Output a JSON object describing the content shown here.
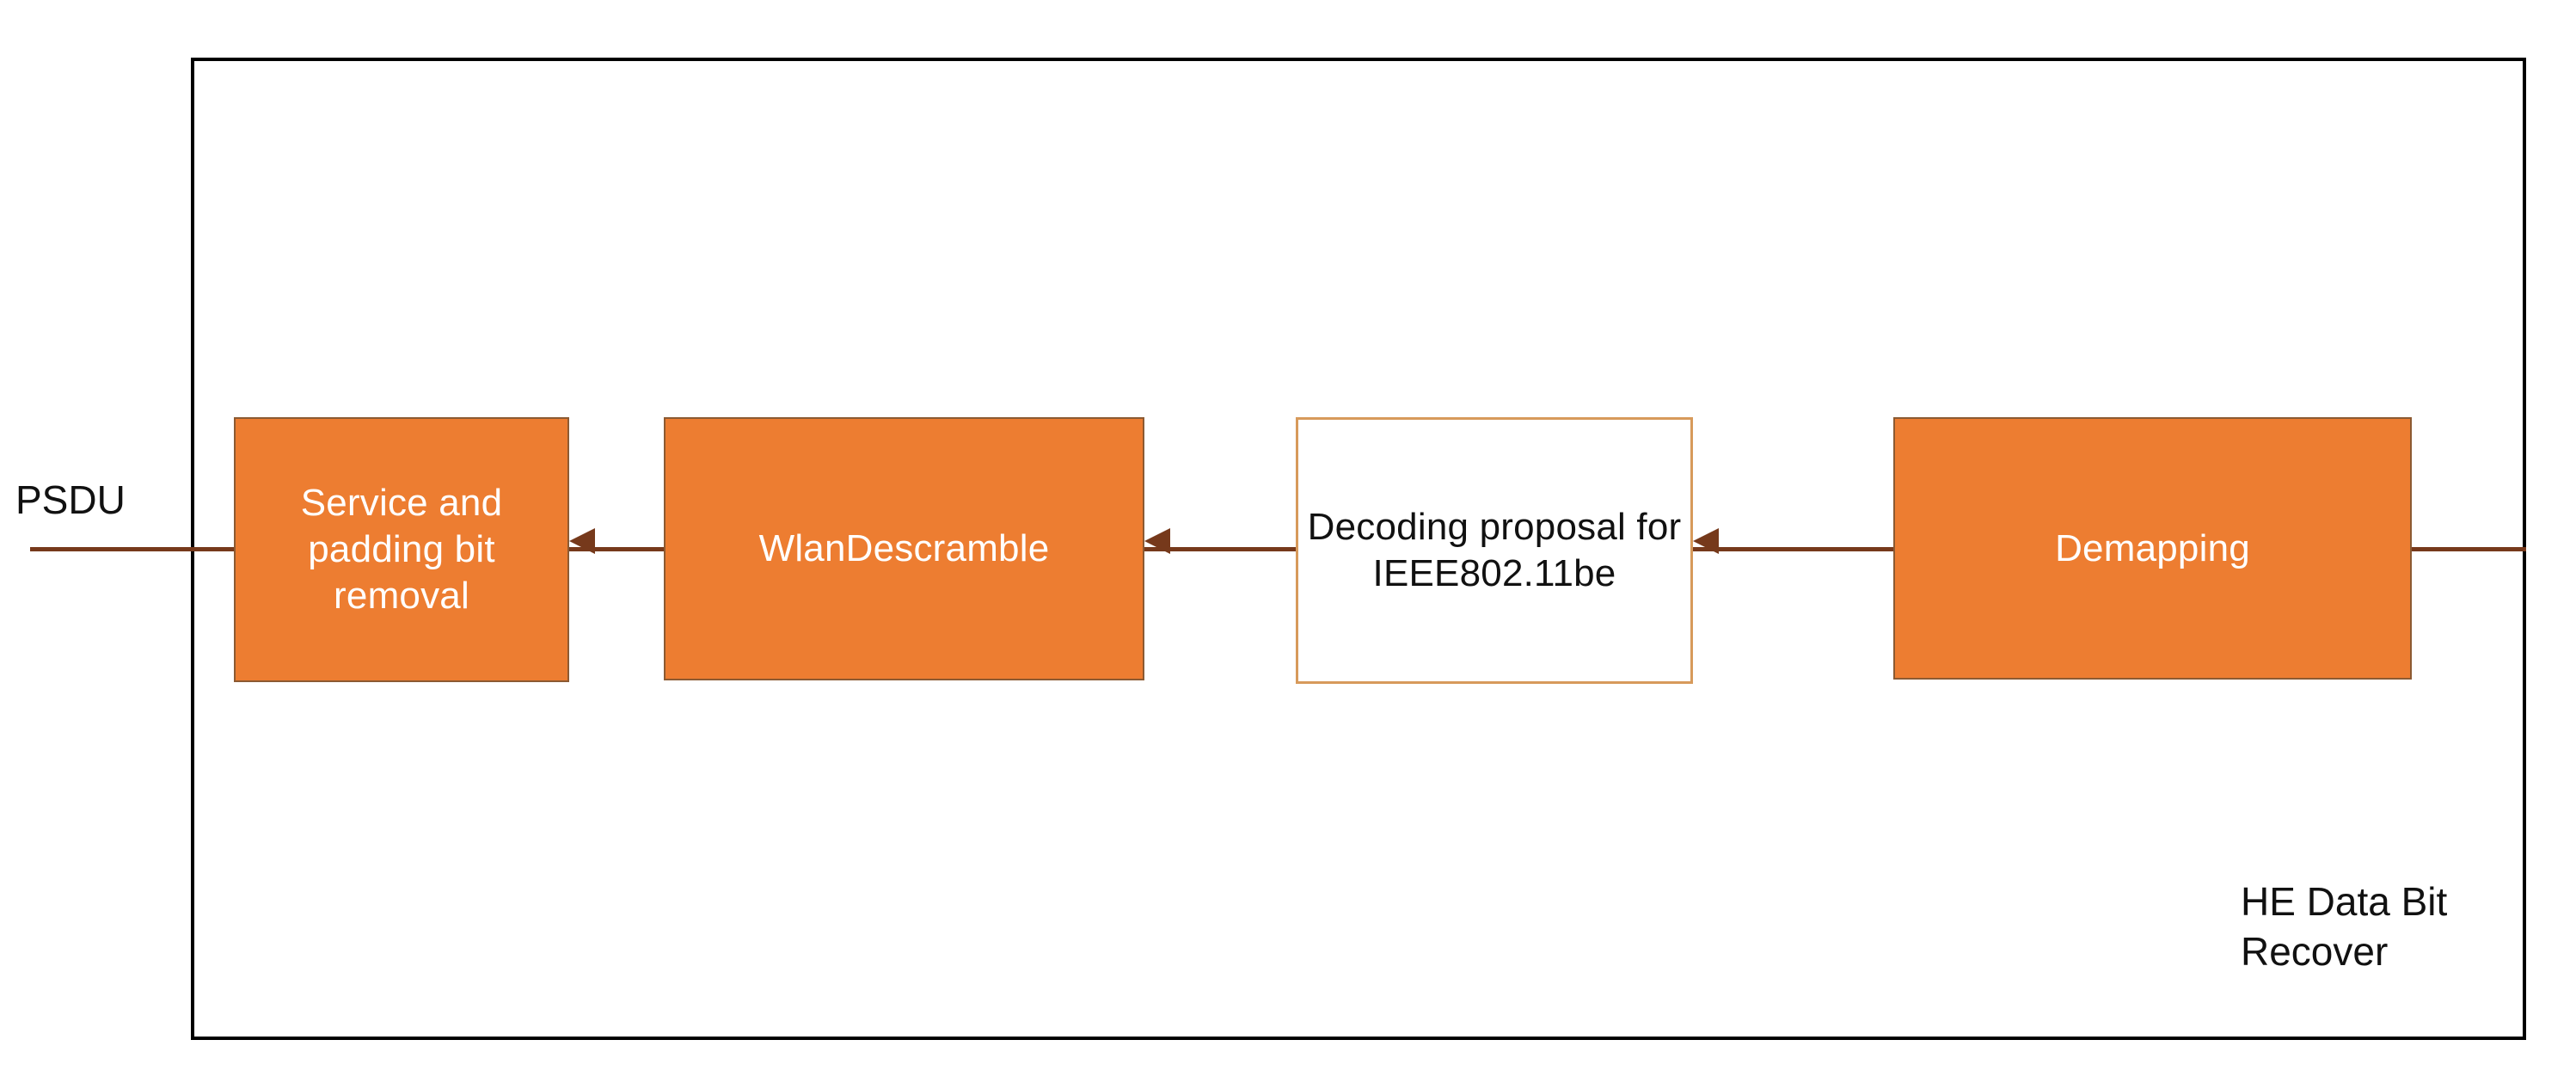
{
  "diagram": {
    "title_label": "HE Data Bit Recover",
    "input_label": "PSDU",
    "colors": {
      "block_fill": "#ED7D31",
      "block_border": "#8C5A32",
      "outline_block_border": "#D79A5B",
      "connector": "#76391B",
      "frame": "#000000",
      "filled_text": "#FFFFFF",
      "plain_text": "#111111"
    },
    "blocks": [
      {
        "id": "service-and-padding-bit-removal",
        "label": "Service and padding bit removal",
        "style": "filled"
      },
      {
        "id": "wlan-descramble",
        "label": "WlanDescramble",
        "style": "filled"
      },
      {
        "id": "decoding-proposal",
        "label": "Decoding proposal for IEEE802.11be",
        "style": "outline"
      },
      {
        "id": "demapping",
        "label": "Demapping",
        "style": "filled"
      }
    ],
    "flow_direction": "right-to-left",
    "connections": [
      {
        "from": "external-input",
        "to": "demapping"
      },
      {
        "from": "demapping",
        "to": "decoding-proposal"
      },
      {
        "from": "decoding-proposal",
        "to": "wlan-descramble"
      },
      {
        "from": "wlan-descramble",
        "to": "service-and-padding-bit-removal"
      },
      {
        "from": "service-and-padding-bit-removal",
        "to": "PSDU"
      }
    ]
  }
}
